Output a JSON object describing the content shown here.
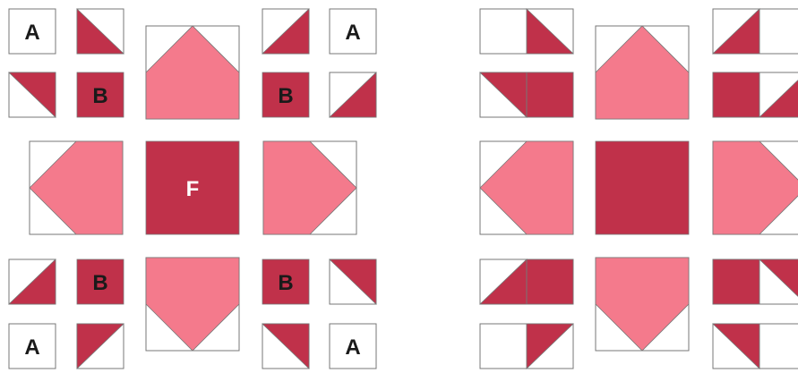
{
  "colors": {
    "dark": "#c0314a",
    "pink": "#f47a8c",
    "background": "#ffffff",
    "outline": "#777777",
    "label_on_light": "#1a1a1a",
    "label_on_dark": "#ffffff"
  },
  "labels": {
    "a": "A",
    "b": "B",
    "f": "F"
  }
}
